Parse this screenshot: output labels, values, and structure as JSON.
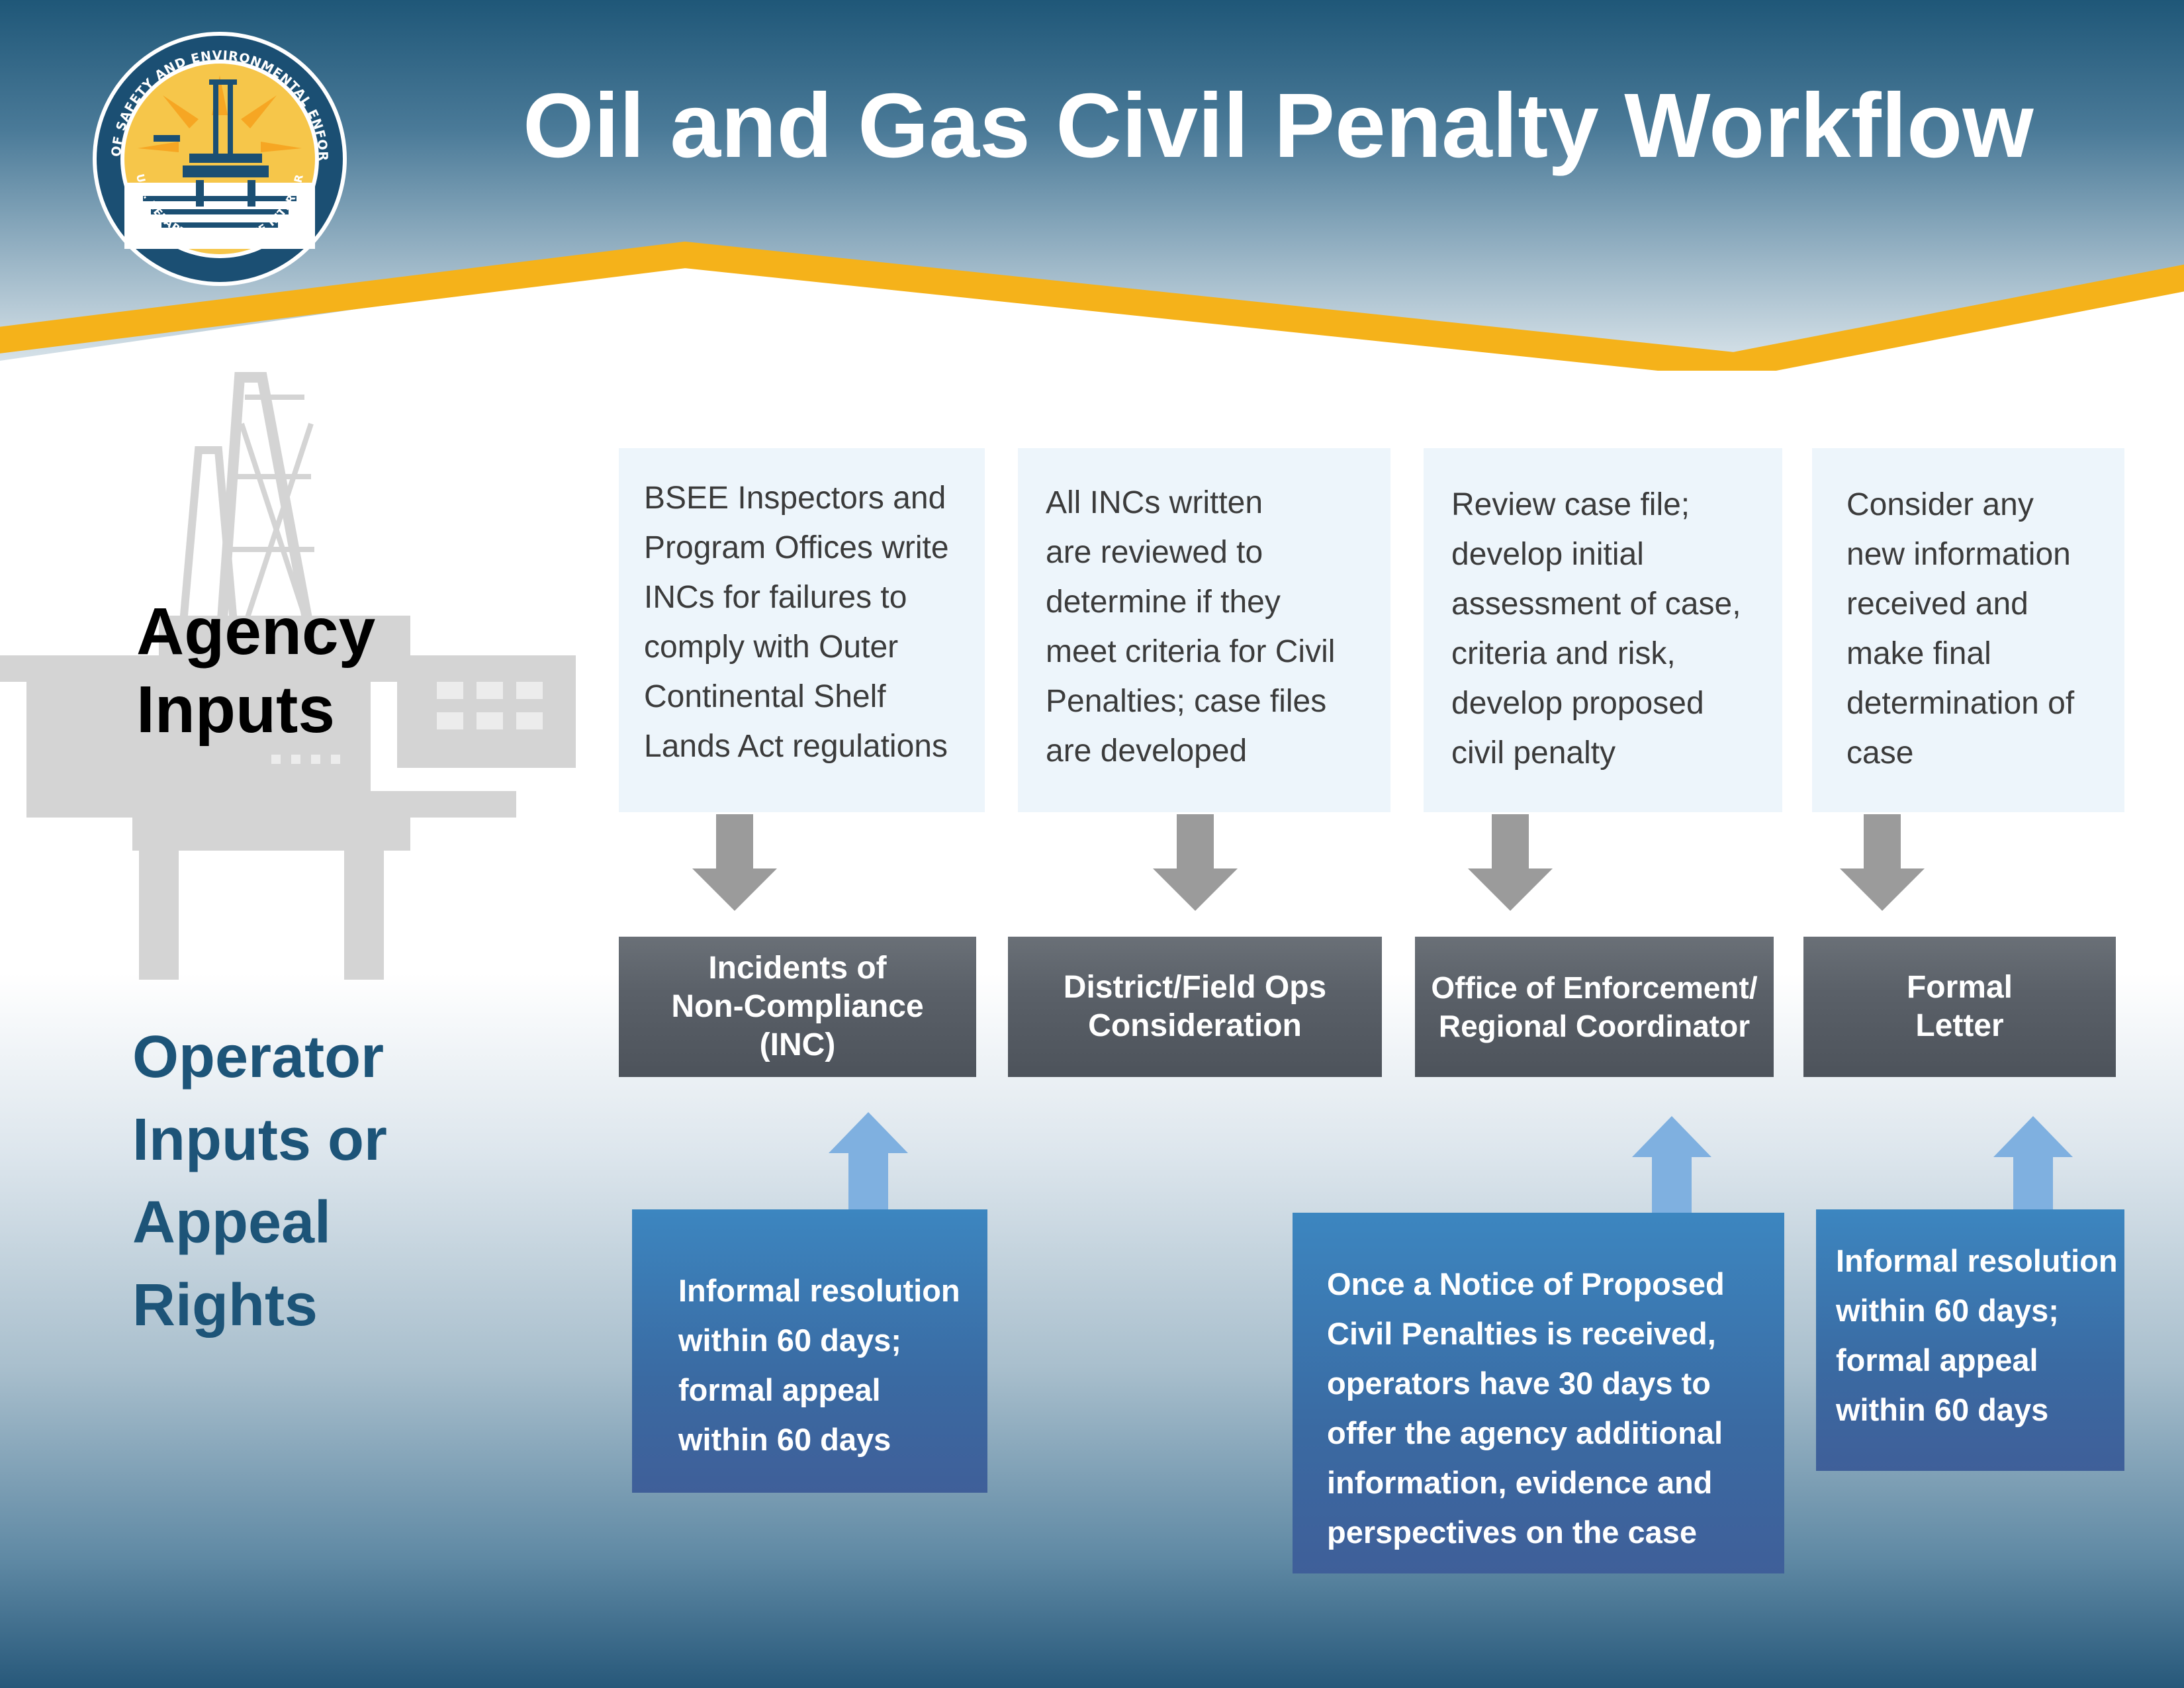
{
  "header": {
    "title": "Oil and Gas Civil Penalty Workflow"
  },
  "seal": {
    "ring_text": "BUREAU OF SAFETY AND ENVIRONMENTAL ENFORCEMENT",
    "bottom_text": "U.S. DEPARTMENT OF THE INTERIOR"
  },
  "labels": {
    "agency_line1": "Agency",
    "agency_line2": "Inputs",
    "operator_lines": [
      "Operator",
      "Inputs or",
      "Appeal",
      "Rights"
    ]
  },
  "agency_inputs": [
    [
      "BSEE Inspectors and",
      "Program Offices write",
      "INCs for failures to",
      "comply with Outer",
      "Continental Shelf",
      "Lands Act regulations"
    ],
    [
      "All INCs written",
      "are reviewed to",
      "determine if they",
      "meet criteria for Civil",
      "Penalties; case files",
      "are developed"
    ],
    [
      "Review case file;",
      "develop initial",
      "assessment of case,",
      "criteria and risk,",
      "develop proposed",
      "civil penalty"
    ],
    [
      "Consider any",
      "new information",
      "received and",
      "make final",
      "determination of",
      "case"
    ]
  ],
  "steps": [
    [
      "Incidents of",
      "Non-Compliance",
      "(INC)"
    ],
    [
      "District/Field Ops",
      "Consideration"
    ],
    [
      "Office of Enforcement/",
      "Regional Coordinator"
    ],
    [
      "Formal",
      "Letter"
    ]
  ],
  "operator_inputs": [
    [
      "Informal resolution",
      "within 60 days;",
      "formal appeal",
      "within 60 days"
    ],
    [
      "Once a Notice of Proposed",
      "Civil Penalties is received,",
      "operators have 30 days to",
      "offer the agency additional",
      "information, evidence and",
      "perspectives on the case"
    ],
    [
      "Informal resolution",
      "within 60 days;",
      "formal appeal",
      "within 60 days"
    ]
  ],
  "colors": {
    "header_top": "#1f5778",
    "accent_gold": "#f5b21a",
    "operator_label": "#1d5478",
    "desc_box": "#edf5fb",
    "step_box": "#555b63",
    "appeal_box": "#3a6aa2",
    "down_arrow": "#9b9b9b",
    "up_arrow": "#7fb0e0"
  }
}
